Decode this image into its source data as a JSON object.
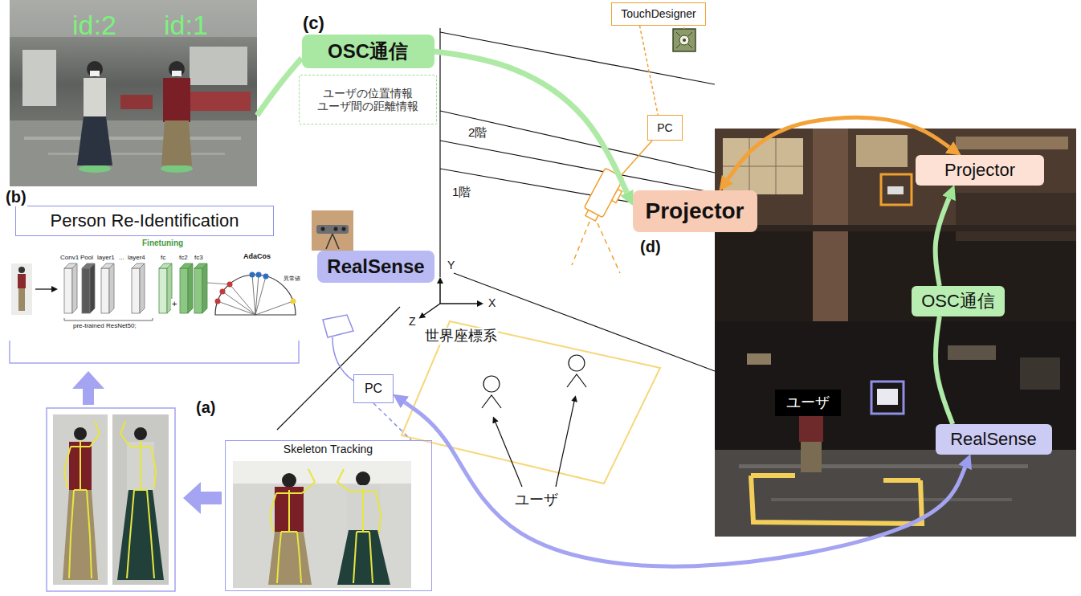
{
  "diagram": {
    "nodes": [
      {
        "text": [
          "id:2",
          "id:1"
        ]
      },
      {
        "text": [
          "OSC通信"
        ]
      },
      {
        "text": [
          "ユーザの位置情報",
          "ユーザ間の距離情報"
        ]
      },
      {
        "text": [
          "TouchDesigner"
        ]
      },
      {
        "text": [
          "PC"
        ]
      },
      {
        "text": [
          "Projector"
        ]
      },
      {
        "text": [
          "Person Re-Identification"
        ]
      },
      {
        "text": [
          "RealSense"
        ]
      },
      {
        "text": [
          "PC"
        ]
      },
      {
        "text": [
          "Skeleton Tracking"
        ]
      },
      {
        "text": [
          "ユーザ"
        ]
      },
      {
        "text": [
          "Projector"
        ],
        "in": 10
      },
      {
        "text": [
          "OSC通信"
        ],
        "in": 10
      },
      {
        "text": [
          "RealSense"
        ],
        "in": 10
      }
    ],
    "edges": [
      {
        "from": 0,
        "to": 1,
        "arrow": "none"
      },
      {
        "from": 1,
        "to": 5,
        "arrow": "to"
      },
      {
        "from": 3,
        "to": 4,
        "arrow": "none"
      },
      {
        "from": 5,
        "to": 11,
        "arrow": "both"
      },
      {
        "from": 13,
        "to": 12,
        "arrow": "none"
      },
      {
        "from": 12,
        "to": 11,
        "arrow": "to"
      },
      {
        "from": 8,
        "to": 13,
        "arrow": "both"
      },
      {
        "from": 8,
        "to": 9,
        "arrow": "none"
      }
    ],
    "labels": [
      "(c)",
      "2階",
      "1階",
      "(d)",
      "(b)",
      "Finetuning",
      "Conv1",
      "Pool",
      "layer1",
      "...",
      "layer4",
      "fc",
      "fc2",
      "fc3",
      "+",
      "AdaCos",
      "異常値",
      "pre-trained ResNet50;",
      "Y",
      "Z",
      "X",
      "世界座標系",
      "(a)",
      "ユーザ"
    ]
  }
}
